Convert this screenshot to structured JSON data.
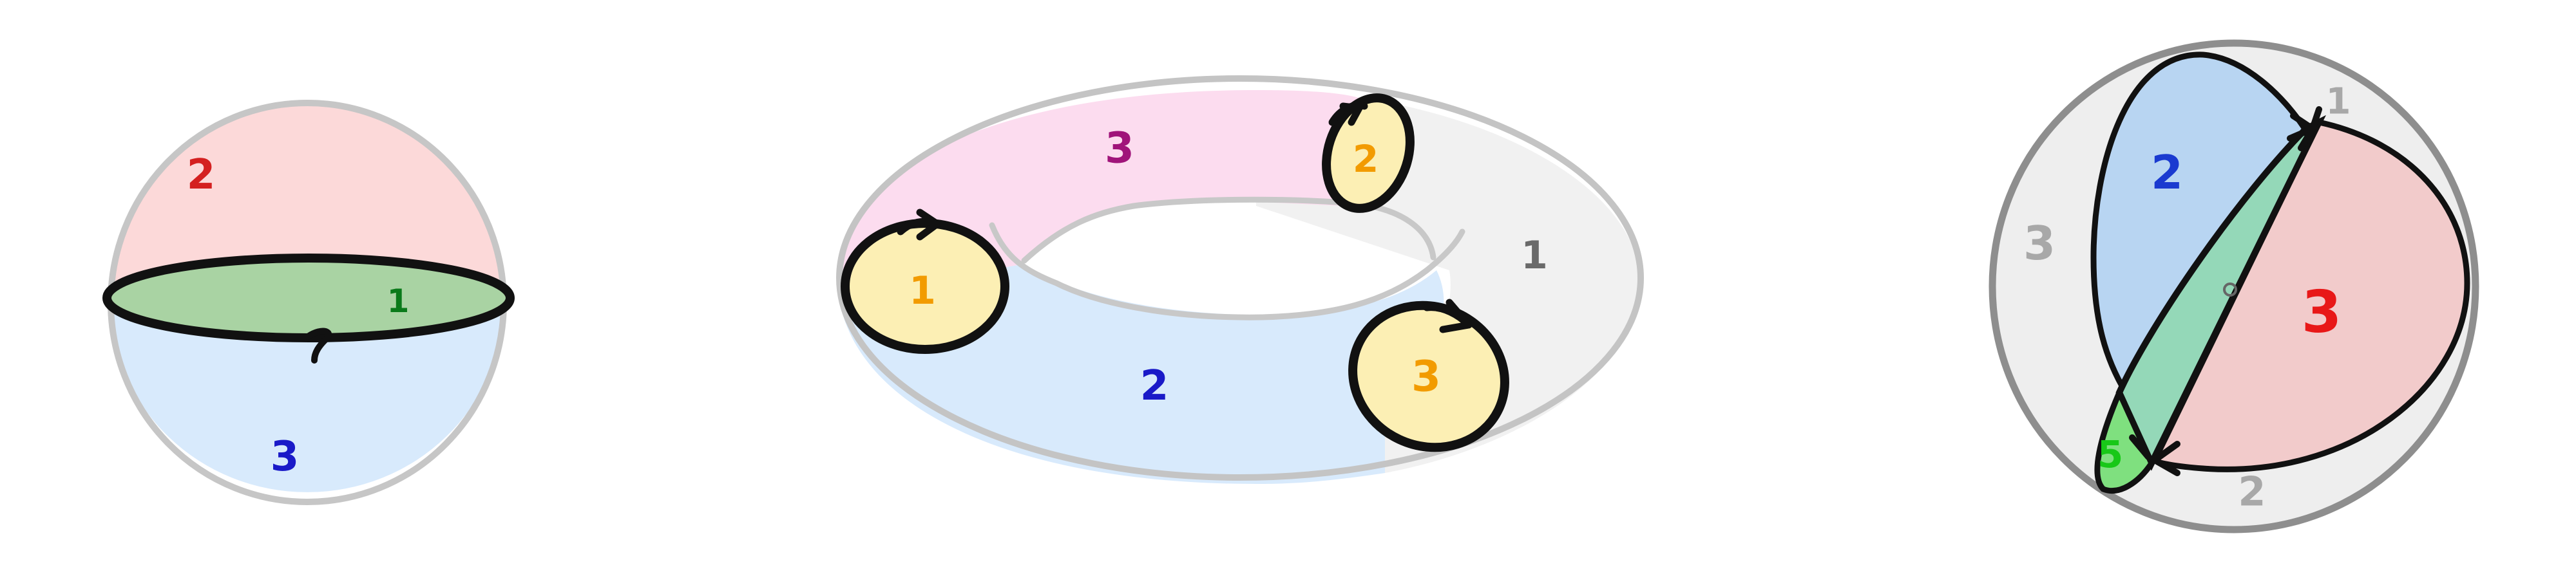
{
  "figures": {
    "sphere": {
      "labels": [
        "2",
        "1",
        "3"
      ],
      "colors": {
        "upper": "#fcd9d9",
        "lower": "#d8eafc",
        "disk": "#a9d3a3",
        "label_upper": "#d42020",
        "label_disk": "#0a7a1a",
        "label_lower": "#1a1ac8"
      }
    },
    "torus": {
      "labels": [
        "3",
        "2",
        "1",
        "1",
        "2",
        "3"
      ],
      "colors": {
        "pink": "#fcdcef",
        "gray": "#f1f1f1",
        "blue": "#d8eafc",
        "disk": "#fcefb4",
        "label_pink": "#a0147a",
        "label_disk": "#f29b00",
        "label_gray": "#6a6a6a",
        "label_blue": "#1a1ac8"
      }
    },
    "ball": {
      "labels": [
        "1",
        "2",
        "3",
        "3",
        "2",
        "5"
      ],
      "colors": {
        "outer": "#eeeeee",
        "blue": "#b8d5f2",
        "pink": "#f2cbcb",
        "green": "#94d8b8",
        "lime": "#7fe07f",
        "label_gray": "#a8a8a8",
        "label_blue": "#1a3ad0",
        "label_red": "#e81818",
        "label_green": "#18c818"
      }
    }
  }
}
